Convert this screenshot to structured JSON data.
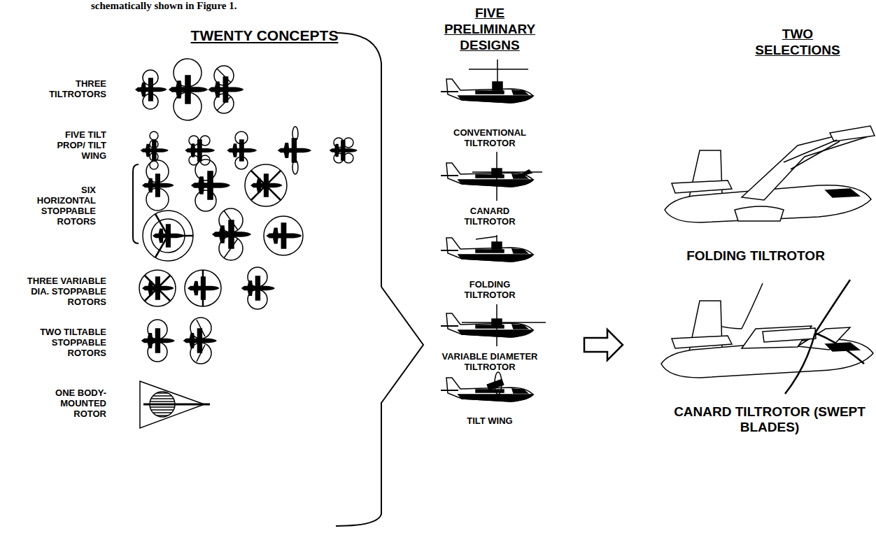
{
  "diagram": {
    "nodes": [
      {
        "text": [
          "TWENTY CONCEPTS"
        ]
      },
      {
        "text": [
          "THREE TILTROTORS"
        ],
        "in": 0
      },
      {
        "text": [
          "FIVE TILT PROP/ TILT WING"
        ],
        "in": 0
      },
      {
        "text": [
          "SIX HORIZONTAL STOPPABLE ROTORS"
        ],
        "in": 0
      },
      {
        "text": [
          "THREE VARIABLE DIA. STOPPABLE ROTORS"
        ],
        "in": 0
      },
      {
        "text": [
          "TWO TILTABLE STOPPABLE ROTORS"
        ],
        "in": 0
      },
      {
        "text": [
          "ONE BODY-MOUNTED ROTOR"
        ],
        "in": 0
      },
      {
        "text": [
          "FIVE PRELIMINARY DESIGNS"
        ]
      },
      {
        "text": [
          "CONVENTIONAL TILTROTOR"
        ],
        "in": 7
      },
      {
        "text": [
          "CANARD TILTROTOR"
        ],
        "in": 7
      },
      {
        "text": [
          "FOLDING TILTROTOR"
        ],
        "in": 7
      },
      {
        "text": [
          "VARIABLE DIAMETER TILTROTOR"
        ],
        "in": 7
      },
      {
        "text": [
          "TILT WING"
        ],
        "in": 7
      },
      {
        "text": [
          "TWO SELECTIONS"
        ]
      },
      {
        "text": [
          "FOLDING TILTROTOR"
        ],
        "in": 13
      },
      {
        "text": [
          "CANARD TILTROTOR (SWEPT BLADES)"
        ],
        "in": 13
      }
    ],
    "edges": [
      {
        "from": 0,
        "to": 7,
        "arrow": "to"
      },
      {
        "from": 7,
        "to": 13,
        "arrow": "to"
      }
    ],
    "labels": [
      "schematically shown in Figure 1."
    ]
  }
}
